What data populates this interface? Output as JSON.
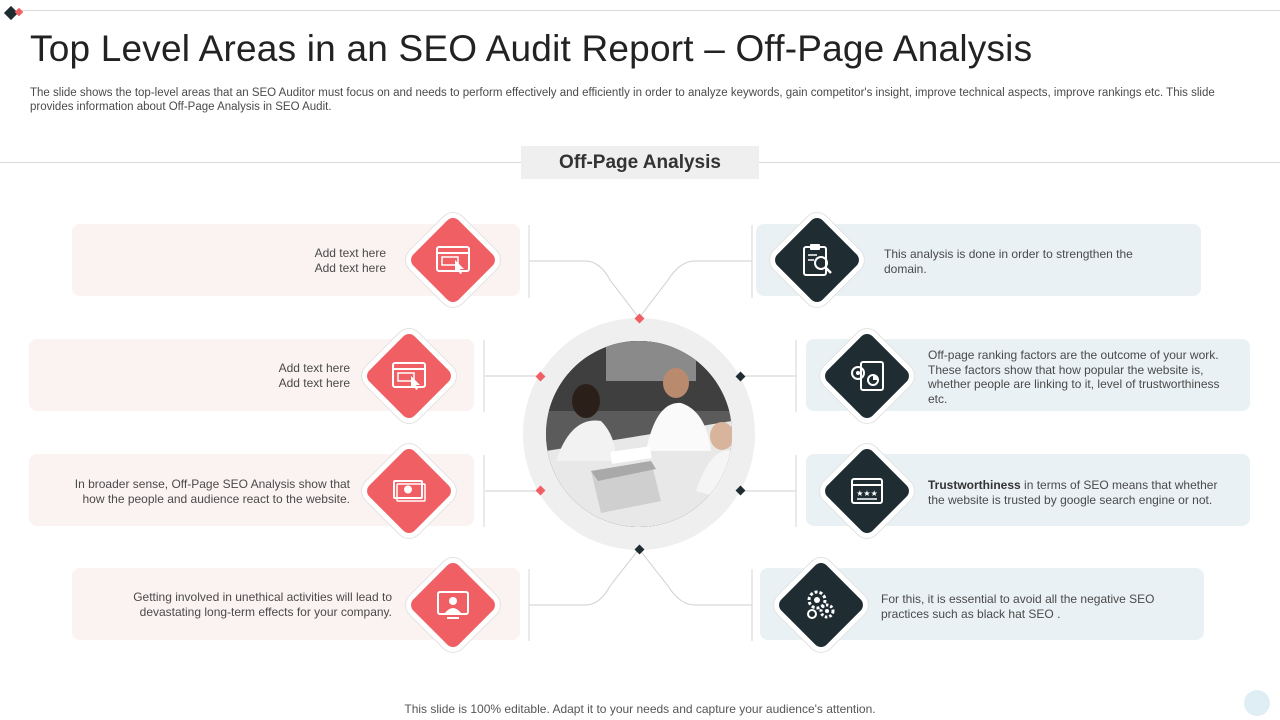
{
  "slide": {
    "title": "Top Level Areas in an SEO Audit Report – Off-Page Analysis",
    "description": "The slide shows the top-level areas that an SEO Auditor must focus on and needs to perform effectively and efficiently in order to analyze keywords, gain competitor's insight, improve technical aspects, improve rankings etc. This slide provides information about Off-Page Analysis in SEO Audit.",
    "section_label": "Off-Page Analysis",
    "footer": "This slide is 100% editable. Adapt it to your needs and capture your audience's attention."
  },
  "left_items": [
    {
      "line1": "Add text here",
      "line2": "Add text here",
      "icon": "browser-cursor-icon"
    },
    {
      "line1": "Add text here",
      "line2": "Add text here",
      "icon": "browser-cursor-icon"
    },
    {
      "text": "In broader sense, Off-Page SEO Analysis show that how the people and audience react to the website.",
      "icon": "money-icon"
    },
    {
      "text": "Getting involved in unethical activities will lead to devastating long-term effects for your company.",
      "icon": "hacker-screen-icon"
    }
  ],
  "right_items": [
    {
      "text": "This analysis is done in order to strengthen the domain.",
      "icon": "clipboard-search-icon"
    },
    {
      "text": "Off-page ranking factors are the outcome of your work. These factors show that how popular the website is, whether people are linking to it, level of trustworthiness etc.",
      "icon": "settings-chart-icon"
    },
    {
      "bold": "Trustworthiness",
      "text": " in terms of SEO means that whether the website is trusted by google search engine or not.",
      "icon": "rating-window-icon"
    },
    {
      "text": "For this, it is essential to avoid all the negative SEO practices such as black hat SEO .",
      "icon": "gears-icon"
    }
  ],
  "colors": {
    "accent_red": "#f05f63",
    "dark": "#1f2d33",
    "pink_card": "#fbf2f2",
    "blue_card": "#e9f1f4"
  }
}
